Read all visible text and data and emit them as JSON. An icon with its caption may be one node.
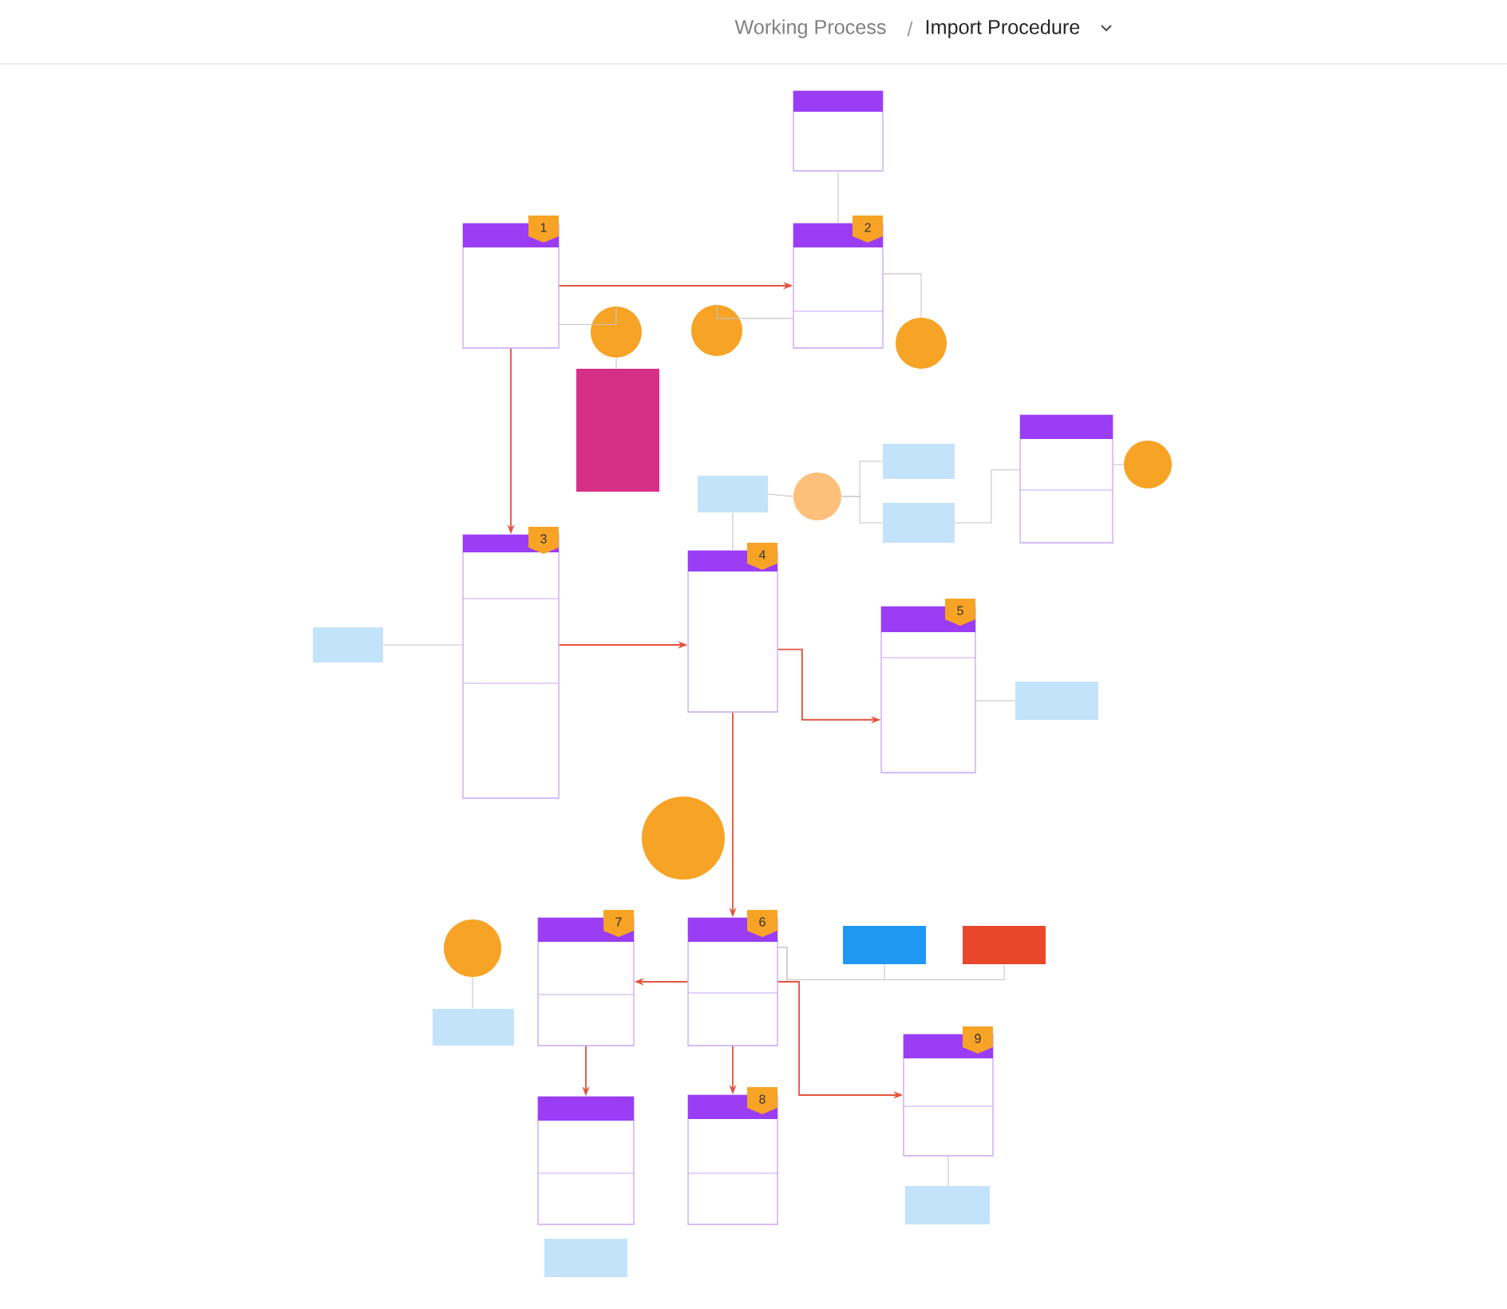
{
  "diagram": {
    "nodes": [
      {
        "text": [],
        "shape": "box"
      },
      {
        "text": [],
        "shape": "box"
      },
      {
        "text": [],
        "shape": "box"
      },
      {
        "text": [],
        "shape": "circle"
      },
      {
        "text": [],
        "shape": "circle"
      },
      {
        "text": [],
        "shape": "circle"
      },
      {
        "text": [],
        "shape": "box"
      },
      {
        "text": [],
        "shape": "box"
      },
      {
        "text": [],
        "shape": "box"
      },
      {
        "text": [],
        "shape": "box"
      },
      {
        "text": [],
        "shape": "circle"
      },
      {
        "text": [],
        "shape": "box"
      },
      {
        "text": [],
        "shape": "box"
      },
      {
        "text": [],
        "shape": "box"
      },
      {
        "text": [],
        "shape": "circle"
      },
      {
        "text": [],
        "shape": "box"
      },
      {
        "text": [],
        "shape": "box"
      },
      {
        "text": [],
        "shape": "box"
      },
      {
        "text": [],
        "shape": "circle"
      },
      {
        "text": [],
        "shape": "box"
      },
      {
        "text": [],
        "shape": "box"
      },
      {
        "text": [],
        "shape": "circle"
      },
      {
        "text": [],
        "shape": "box"
      },
      {
        "text": [],
        "shape": "box"
      },
      {
        "text": [],
        "shape": "box"
      },
      {
        "text": [],
        "shape": "box"
      },
      {
        "text": [],
        "shape": "box"
      },
      {
        "text": [],
        "shape": "box"
      },
      {
        "text": [],
        "shape": "box"
      },
      {
        "text": [],
        "shape": "box"
      }
    ],
    "edges": [
      {
        "from": 0,
        "to": 2,
        "arrow": "none"
      },
      {
        "from": 1,
        "to": 2,
        "arrow": "to",
        "color": "#e5533d"
      },
      {
        "from": 1,
        "to": 7,
        "arrow": "to",
        "color": "#e5533d"
      },
      {
        "from": 1,
        "to": 3,
        "arrow": "none"
      },
      {
        "from": 2,
        "to": 4,
        "arrow": "none"
      },
      {
        "from": 2,
        "to": 5,
        "arrow": "none"
      },
      {
        "from": 3,
        "to": 6,
        "arrow": "none"
      },
      {
        "from": 8,
        "to": 7,
        "arrow": "none"
      },
      {
        "from": 7,
        "to": 15,
        "arrow": "to",
        "color": "#e5533d"
      },
      {
        "from": 9,
        "to": 15,
        "arrow": "none"
      },
      {
        "from": 9,
        "to": 10,
        "arrow": "none"
      },
      {
        "from": 10,
        "to": 11,
        "arrow": "none"
      },
      {
        "from": 10,
        "to": 12,
        "arrow": "none"
      },
      {
        "from": 12,
        "to": 13,
        "arrow": "none"
      },
      {
        "from": 13,
        "to": 14,
        "arrow": "none"
      },
      {
        "from": 15,
        "to": 16,
        "arrow": "to",
        "color": "#e5533d"
      },
      {
        "from": 16,
        "to": 17,
        "arrow": "none"
      },
      {
        "from": 15,
        "to": 19,
        "arrow": "to",
        "color": "#e5533d"
      },
      {
        "from": 19,
        "to": 20,
        "arrow": "to",
        "color": "#e5533d"
      },
      {
        "from": 19,
        "to": 26,
        "arrow": "to",
        "color": "#e5533d"
      },
      {
        "from": 19,
        "to": 25,
        "arrow": "to",
        "color": "#e5533d"
      },
      {
        "from": 19,
        "to": 23,
        "arrow": "none"
      },
      {
        "from": 19,
        "to": 24,
        "arrow": "none"
      },
      {
        "from": 20,
        "to": 27,
        "arrow": "to",
        "color": "#e5533d"
      },
      {
        "from": 21,
        "to": 22,
        "arrow": "none"
      },
      {
        "from": 25,
        "to": 29,
        "arrow": "none"
      }
    ],
    "labels": [
      "Working Process",
      "/",
      "Import Procedure",
      "1",
      "2",
      "3",
      "4",
      "5",
      "7",
      "6",
      "9",
      "8"
    ]
  }
}
